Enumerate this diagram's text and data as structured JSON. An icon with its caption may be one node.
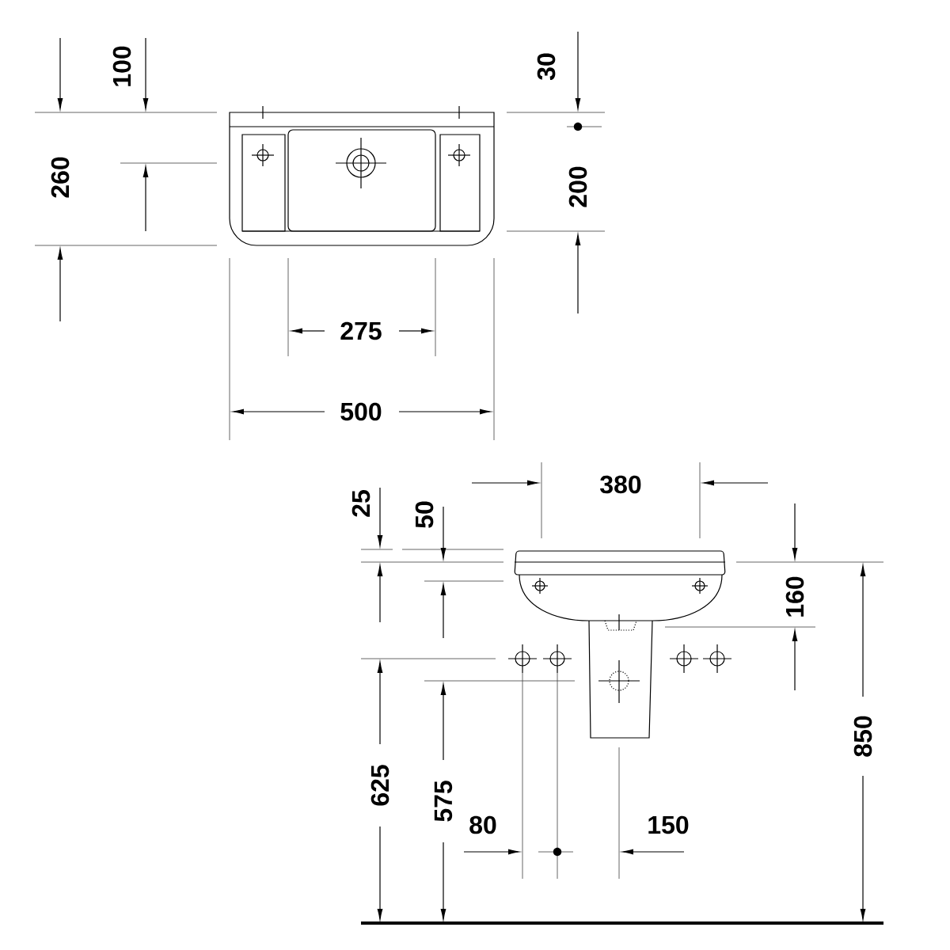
{
  "diagram": {
    "labels": [
      "100",
      "30",
      "260",
      "200",
      "275",
      "500",
      "380",
      "25",
      "50",
      "160",
      "625",
      "575",
      "80",
      "150",
      "850"
    ]
  }
}
